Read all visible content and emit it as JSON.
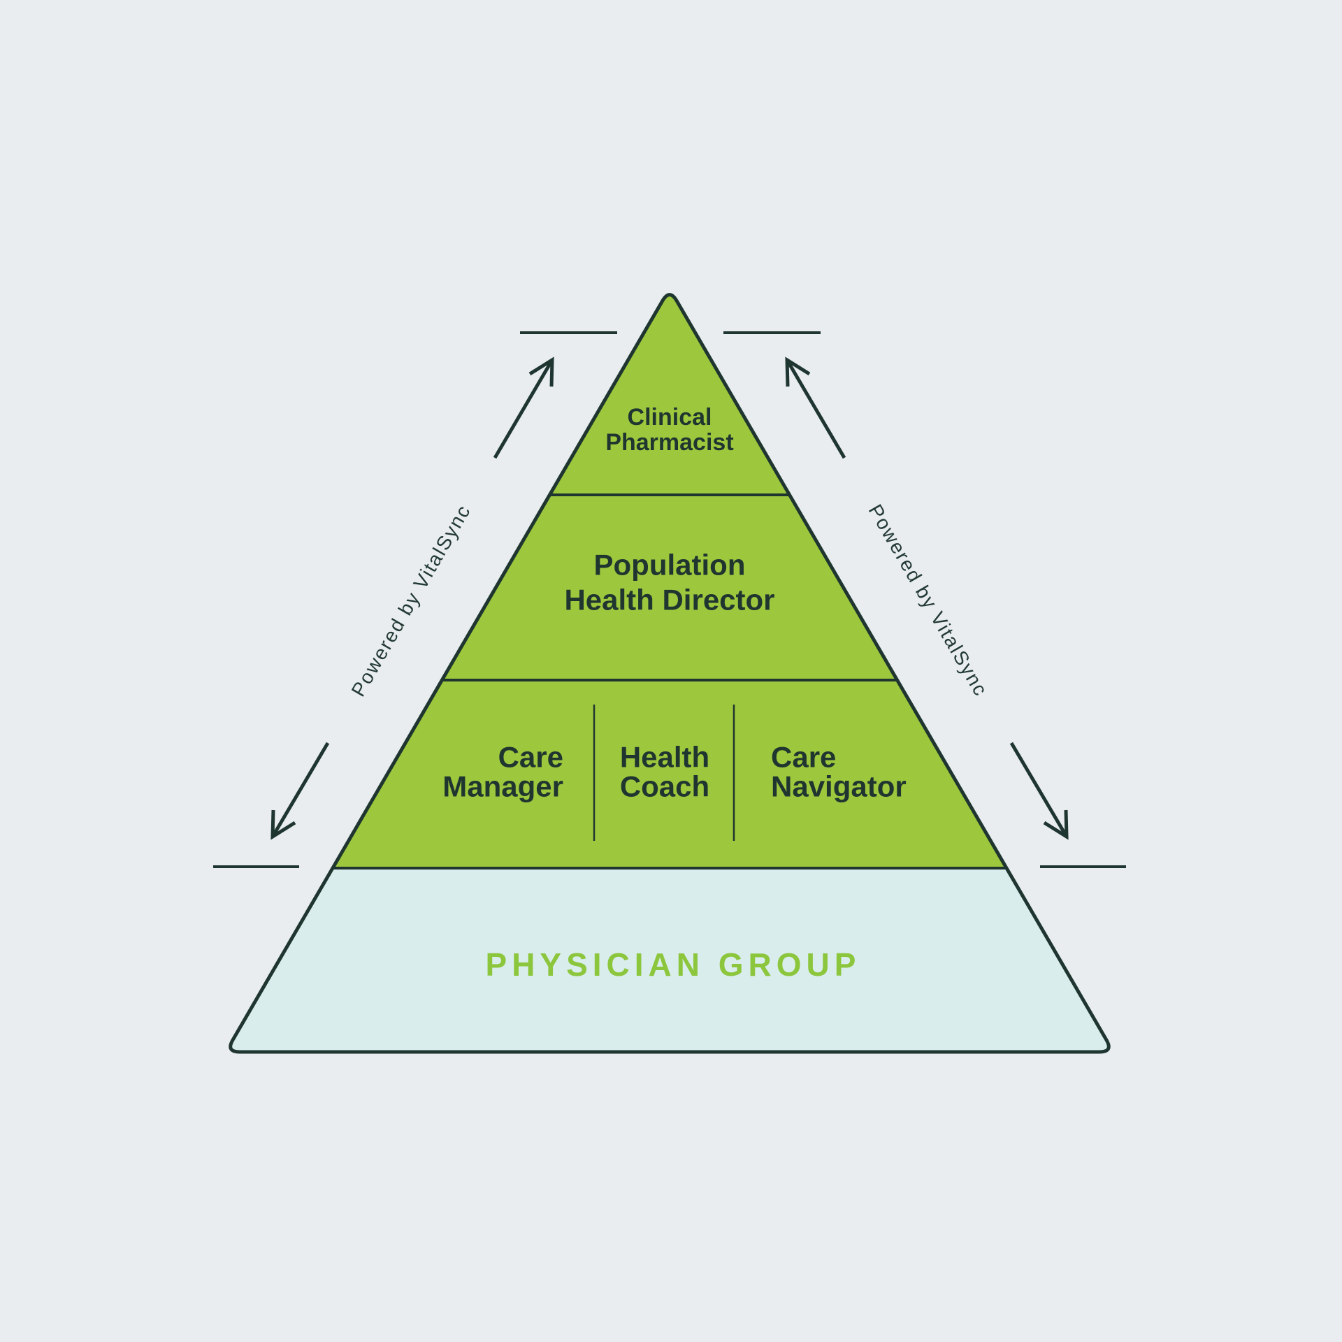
{
  "pyramid": {
    "levels": [
      {
        "name": "clinical-pharmacist",
        "lines": [
          "Clinical",
          "Pharmacist"
        ]
      },
      {
        "name": "population-health-director",
        "lines": [
          "Population",
          "Health Director"
        ]
      },
      {
        "name": "care-team",
        "cells": [
          [
            "Care",
            "Manager"
          ],
          [
            "Health",
            "Coach"
          ],
          [
            "Care",
            "Navigator"
          ]
        ]
      },
      {
        "name": "physician-group",
        "label": "PHYSICIAN GROUP"
      }
    ]
  },
  "annotations": {
    "left_arrow_label": "Powered by VitalSync",
    "right_arrow_label": "Powered by VitalSync"
  },
  "colors": {
    "background": "#e9edf0",
    "pyramid_green": "#9dc83d",
    "pyramid_base_blue": "#d9edec",
    "line_dark": "#1f3630",
    "physician_group_text": "#8cc63d"
  }
}
